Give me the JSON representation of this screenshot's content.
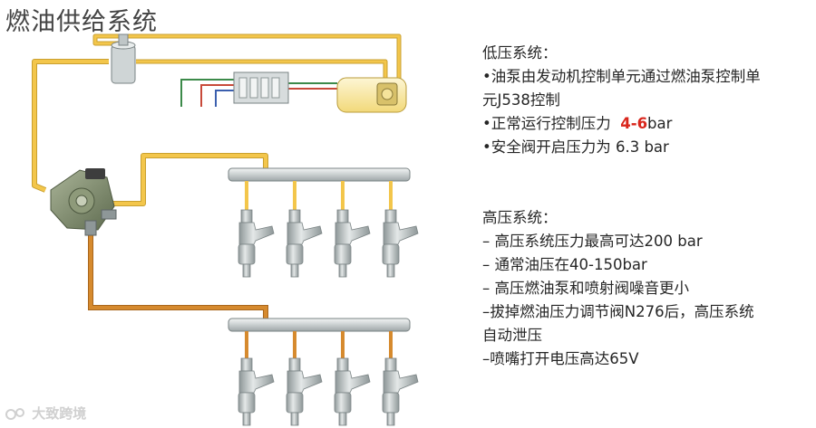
{
  "title": "燃油供给系统",
  "colors": {
    "low_pressure_line": "#f3c64b",
    "high_pressure_line": "#d68a2e",
    "electrical_green": "#3c8a4a",
    "electrical_red": "#c84a3a",
    "electrical_blue": "#3b5fae",
    "highlight": "#d9261c",
    "fuel_tank": "#f7e6a0",
    "pump_body": "#7f8c6e"
  },
  "low_pressure": {
    "heading": "低压系统：",
    "line1": "•油泵由发动机控制单元通过燃油泵控制单",
    "line2": "元J538控制",
    "pressure_prefix": "•正常运行控制压力",
    "pressure_value": "4-6",
    "pressure_unit": "bar",
    "relief": "•安全阀开启压力为 6.3 bar"
  },
  "high_pressure": {
    "heading": "高压系统：",
    "items": [
      "– 高压系统压力最高可达200 bar",
      "– 通常油压在40-150bar",
      "– 高压燃油泵和喷射阀噪音更小",
      "–拔掉燃油压力调节阀N276后，高压系统",
      "自动泄压",
      "–喷嘴打开电压高达65V"
    ]
  },
  "watermark": "大致跨境",
  "icons": {
    "fuel_filter": "fuel-filter-icon",
    "control_unit": "control-unit-icon",
    "fuel_tank": "fuel-tank-icon",
    "high_pressure_pump": "high-pressure-pump-icon",
    "injector": "injector-icon"
  }
}
